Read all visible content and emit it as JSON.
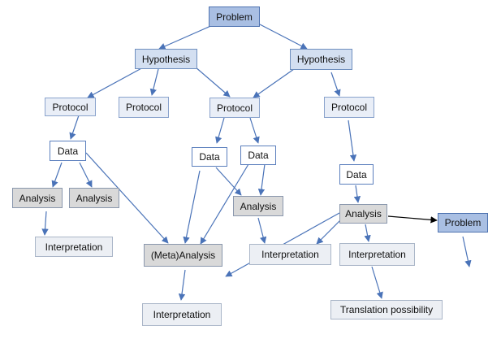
{
  "colors": {
    "arrow": "#4a73b8",
    "arrow_dark": "#000000"
  },
  "nodes": {
    "problem_top": "Problem",
    "hypothesis_left": "Hypothesis",
    "hypothesis_right": "Hypothesis",
    "protocol_1": "Protocol",
    "protocol_2": "Protocol",
    "protocol_3": "Protocol",
    "protocol_4": "Protocol",
    "data_1": "Data",
    "data_2": "Data",
    "data_3": "Data",
    "data_4": "Data",
    "analysis_1": "Analysis",
    "analysis_2": "Analysis",
    "analysis_3": "Analysis",
    "analysis_4": "Analysis",
    "problem_right": "Problem",
    "interpretation_1": "Interpretation",
    "meta_analysis": "(Meta)Analysis",
    "interpretation_2": "Interpretation",
    "interpretation_3": "Interpretation",
    "interpretation_4": "Interpretation",
    "translation": "Translation possibility"
  }
}
